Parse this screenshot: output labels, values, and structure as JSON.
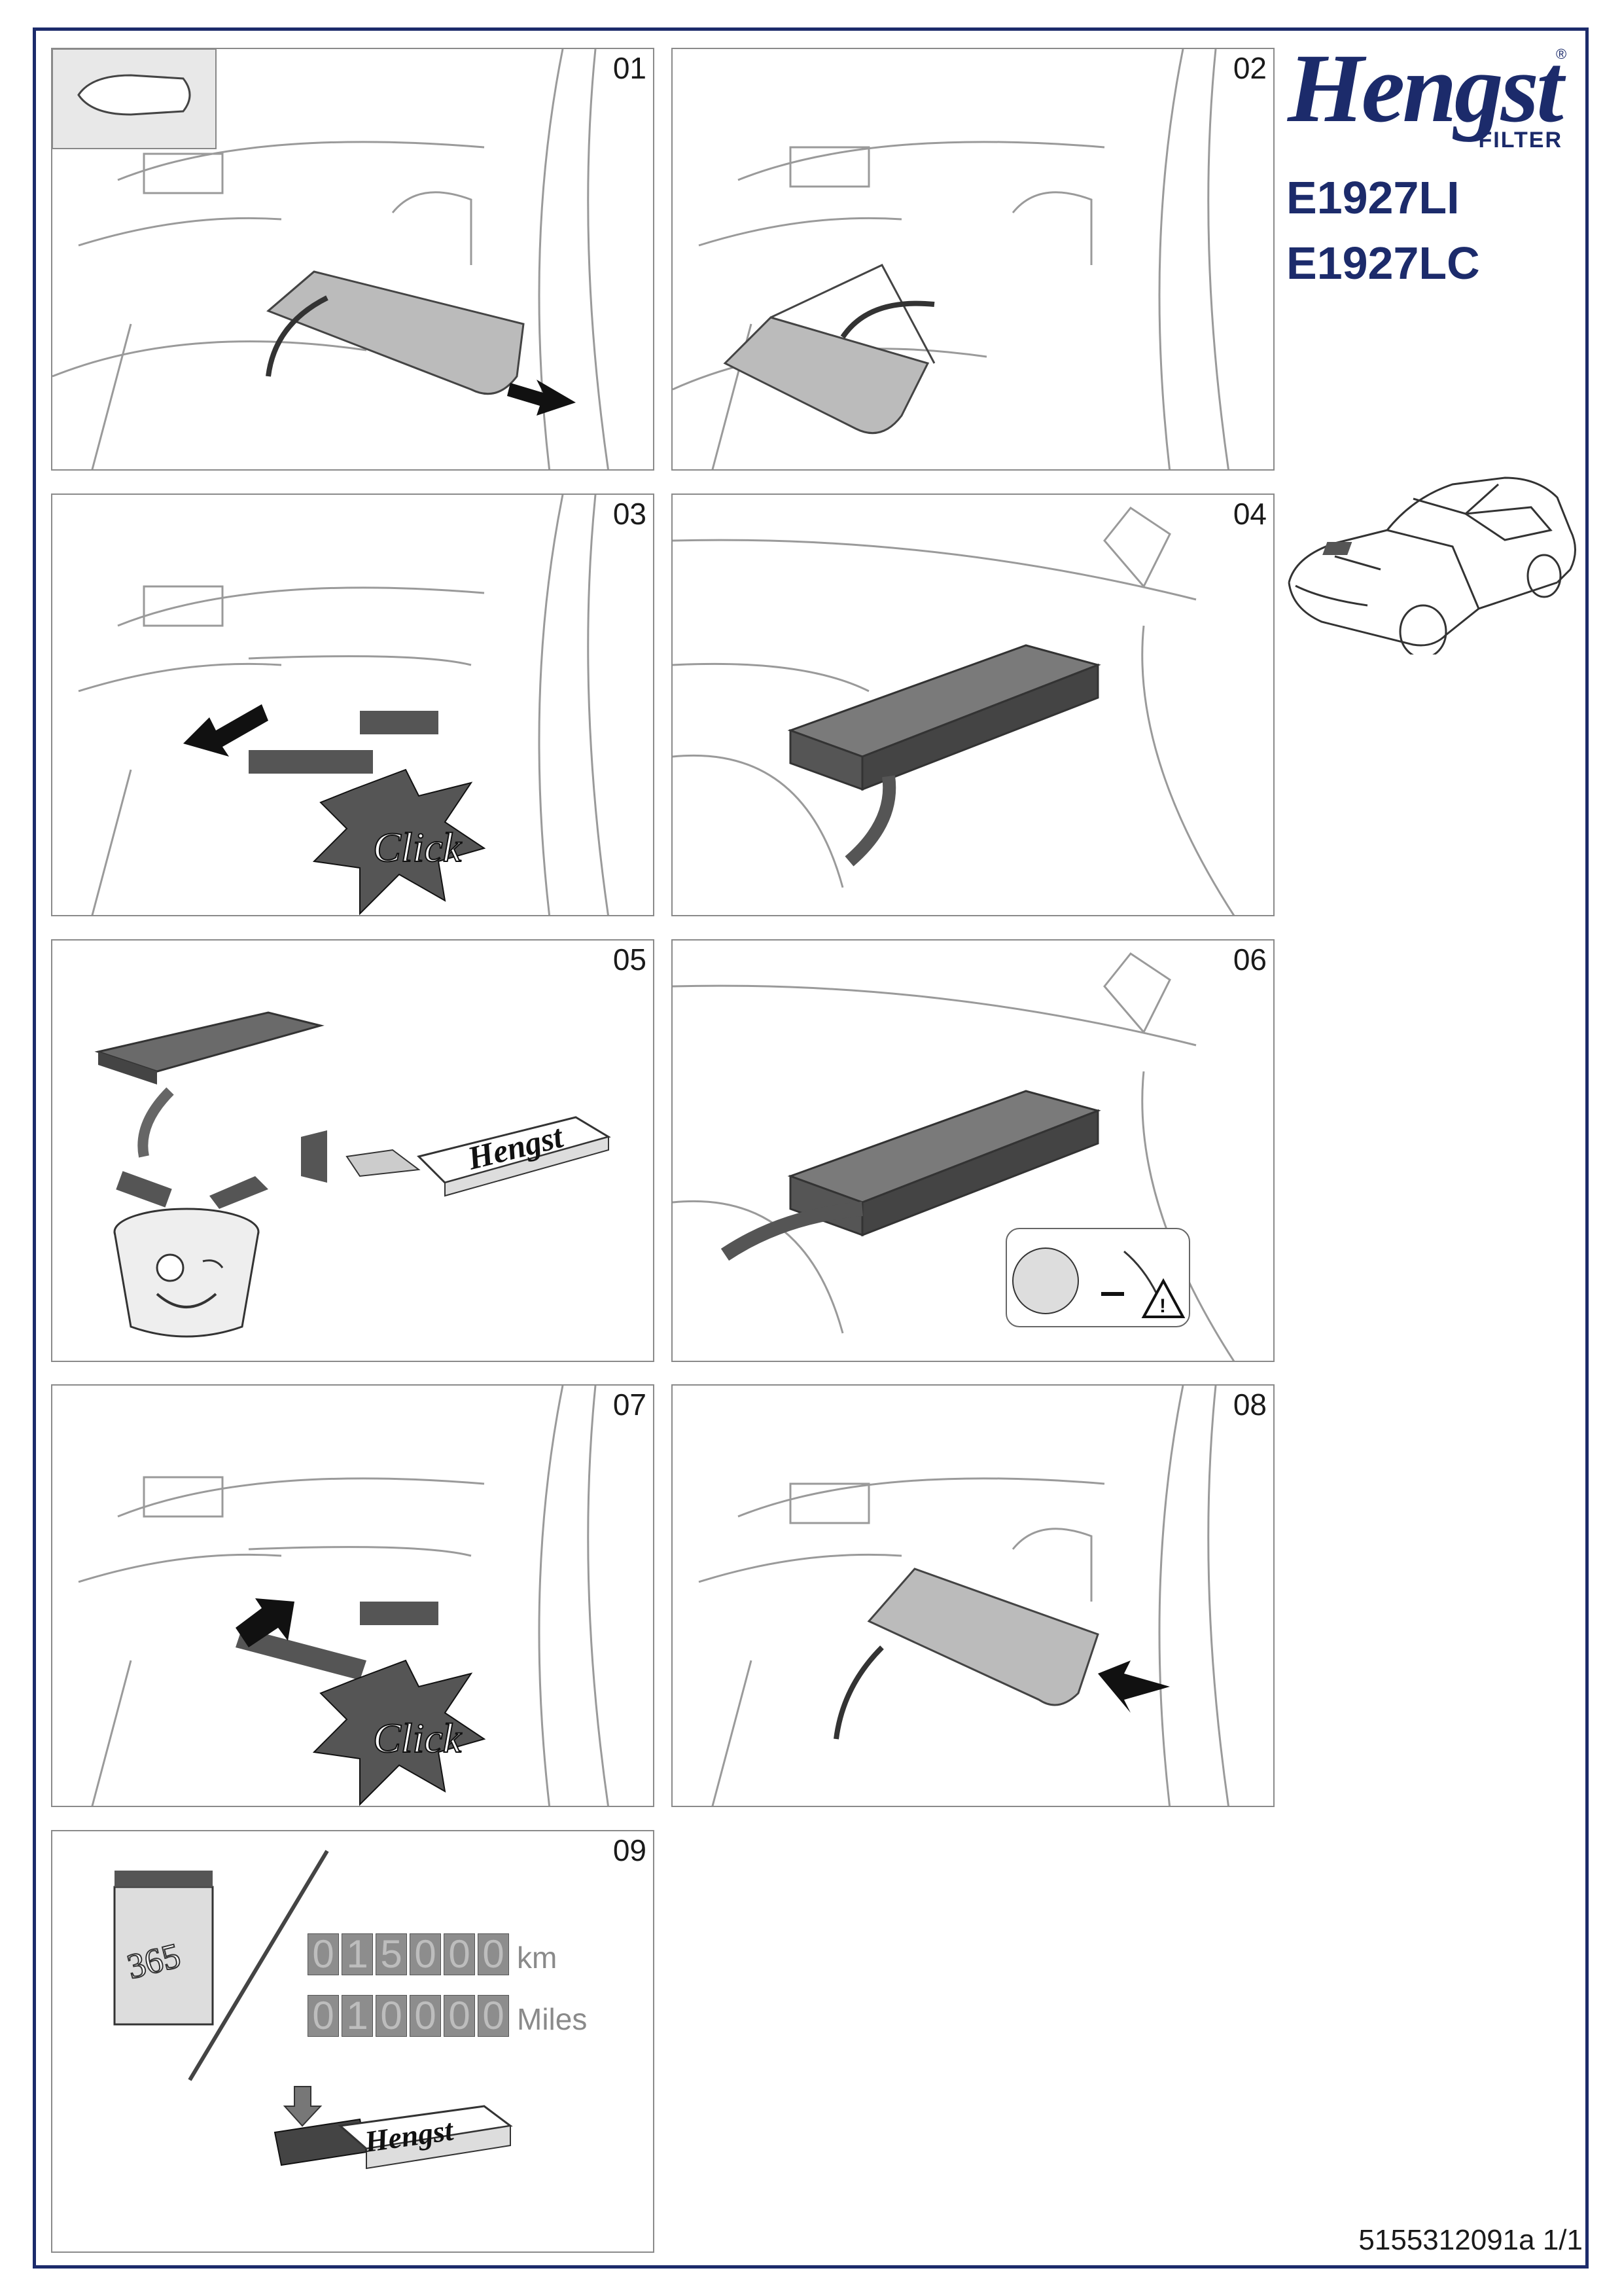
{
  "brand": {
    "name": "Hengst",
    "sub": "FILTER",
    "reg": "®"
  },
  "parts": [
    "E1927LI",
    "E1927LC"
  ],
  "steps": [
    "01",
    "02",
    "03",
    "04",
    "05",
    "06",
    "07",
    "08",
    "09"
  ],
  "step5_box_logo": "Hengst",
  "step9": {
    "calendar": "365",
    "km_digits": [
      "0",
      "1",
      "5",
      "0",
      "0",
      "0"
    ],
    "km_unit": "km",
    "miles_digits": [
      "0",
      "1",
      "0",
      "0",
      "0",
      "0"
    ],
    "miles_unit": "Miles",
    "box_logo": "Hengst"
  },
  "click_text": "Click",
  "doc_number": "5155312091a 1/1",
  "colors": {
    "brand": "#1c2b6b",
    "line": "#9a9a9a",
    "filter": "#5a5a5a"
  }
}
